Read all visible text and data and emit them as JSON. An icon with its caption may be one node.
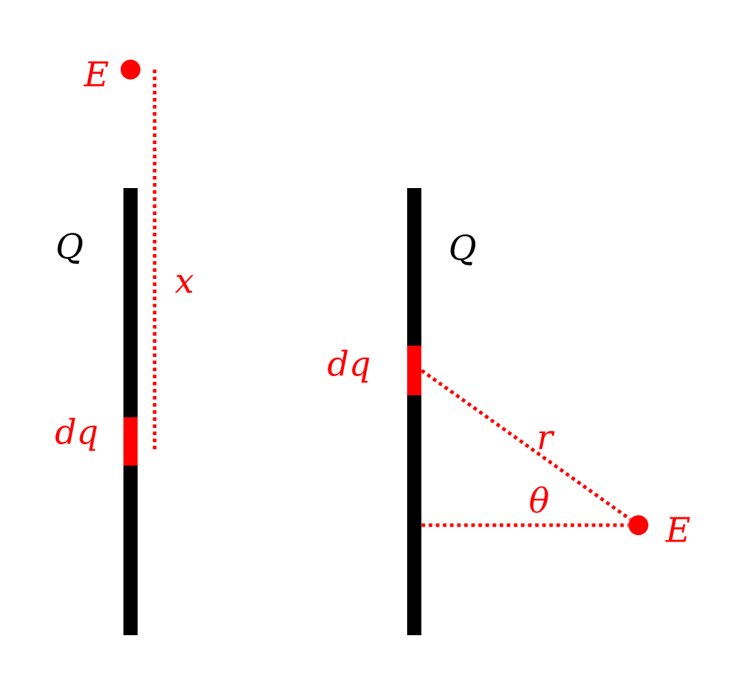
{
  "diagram": {
    "nodes": [
      {
        "text": [],
        "shape": "circle",
        "beside": [
          "E"
        ]
      },
      {
        "text": [],
        "shape": "bar",
        "beside": [
          "Q"
        ]
      },
      {
        "text": [],
        "shape": "bar",
        "beside": [
          "dq"
        ],
        "in": 1
      },
      {
        "text": [],
        "shape": "bar",
        "beside": [
          "Q"
        ]
      },
      {
        "text": [],
        "shape": "bar",
        "beside": [
          "dq"
        ],
        "in": 3
      },
      {
        "text": [],
        "shape": "circle",
        "beside": [
          "E"
        ]
      }
    ],
    "edges": [
      {
        "from": 4,
        "to": 5,
        "arrow": "none",
        "label": "r",
        "style": "dashed",
        "color": "#ff0000"
      },
      {
        "from": 3,
        "to": 5,
        "arrow": "none",
        "style": "dashed",
        "color": "#ff0000"
      }
    ],
    "labels": [
      "x",
      "θ"
    ]
  }
}
